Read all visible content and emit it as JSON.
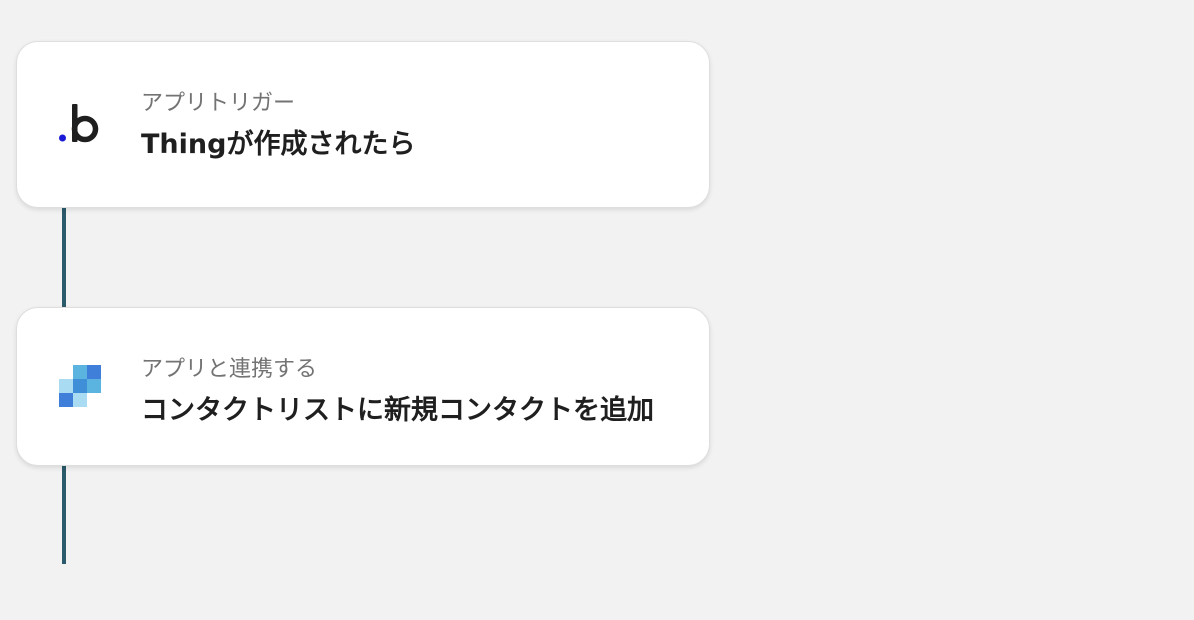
{
  "flow": {
    "steps": [
      {
        "app_icon": "bubble-logo-icon",
        "label": "アプリトリガー",
        "title": "Thingが作成されたら"
      },
      {
        "app_icon": "blue-pixel-blocks-logo-icon",
        "label": "アプリと連携する",
        "title": "コンタクトリストに新規コンタクトを追加"
      }
    ]
  },
  "colors": {
    "background": "#f2f2f2",
    "connector": "#2b5a6a",
    "card": "#ffffff",
    "label_text": "#737373",
    "title_text": "#1f1f1f",
    "bubble_dot": "#1a1ad6"
  }
}
